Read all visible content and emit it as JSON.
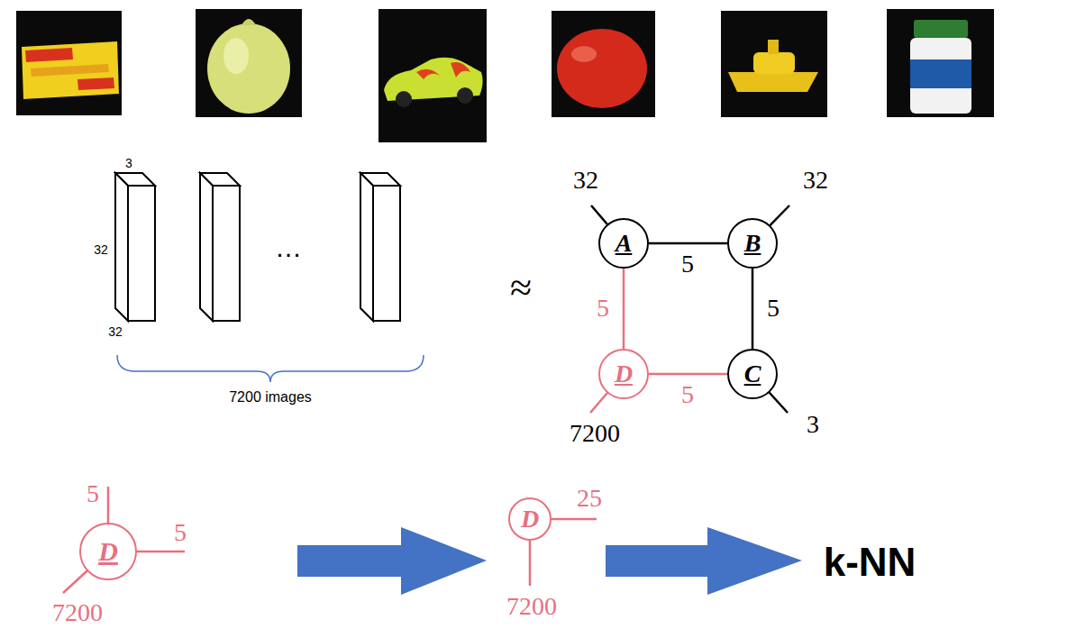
{
  "diagram": {
    "nodes": [
      {
        "text": [
          "A"
        ]
      },
      {
        "text": [
          "B"
        ]
      },
      {
        "text": [
          "D"
        ]
      },
      {
        "text": [
          "C"
        ]
      },
      {
        "text": [
          "D"
        ]
      },
      {
        "text": [
          "D"
        ]
      }
    ],
    "edges": [
      {
        "from": 0,
        "to": 1,
        "arrow": "none",
        "label": "5"
      },
      {
        "from": 1,
        "to": 3,
        "arrow": "none",
        "label": "5"
      },
      {
        "from": 3,
        "to": 2,
        "arrow": "none",
        "label": "5"
      },
      {
        "from": 2,
        "to": 0,
        "arrow": "none",
        "label": "5"
      }
    ],
    "labels": [
      "3",
      "32",
      "32",
      "…",
      "7200 images",
      "≈",
      "32",
      "32",
      "7200",
      "3",
      "5",
      "5",
      "7200",
      "25",
      "7200",
      "k-NN"
    ]
  }
}
